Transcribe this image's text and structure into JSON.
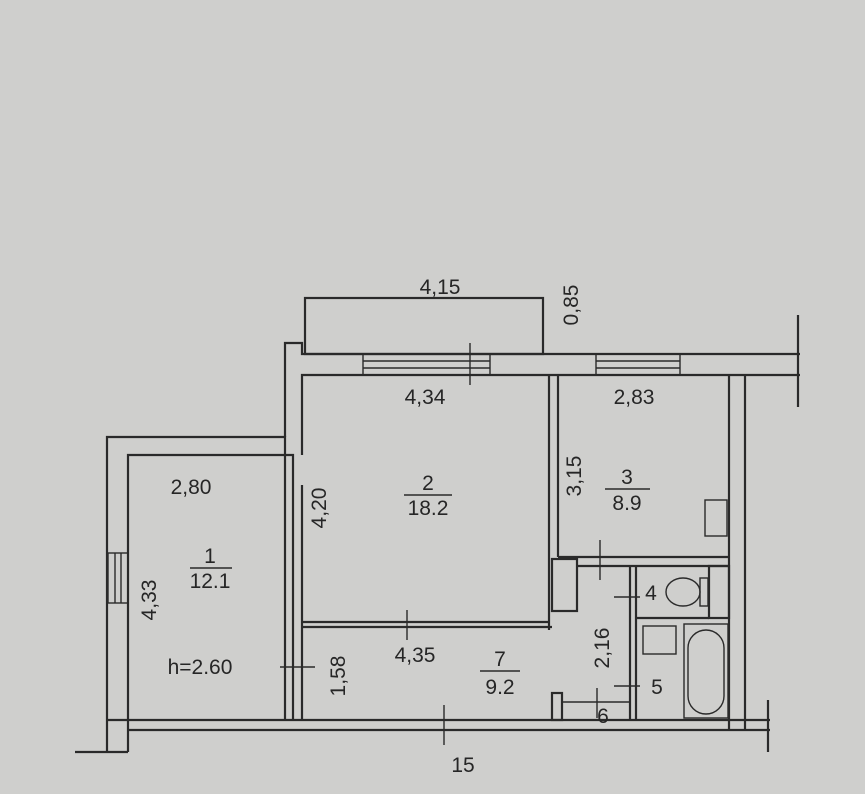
{
  "dimensions": {
    "balcony_width": "4,15",
    "balcony_depth": "0,85",
    "room2_width": "4,34",
    "room3_width": "2,83",
    "room1_width": "2,80",
    "room2_depth": "4,20",
    "room3_depth": "3,15",
    "room1_depth": "4,33",
    "corridor_width": "4,35",
    "corridor_depth": "1,58",
    "hall_depth": "2,16",
    "ceiling_height": "h=2.60",
    "axis_label": "15"
  },
  "rooms": [
    {
      "number": "1",
      "area": "12.1"
    },
    {
      "number": "2",
      "area": "18.2"
    },
    {
      "number": "3",
      "area": "8.9"
    },
    {
      "number": "7",
      "area": "9.2"
    }
  ],
  "callouts": {
    "toilet": "4",
    "bathroom": "5",
    "closet": "6"
  }
}
